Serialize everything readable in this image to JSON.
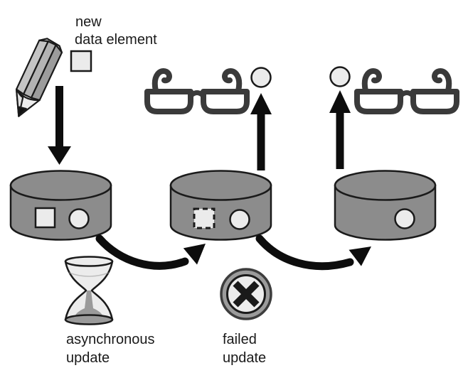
{
  "colors": {
    "background": "#ffffff",
    "outline": "#1a1a1a",
    "cylinder_fill": "#8c8c8c",
    "shape_fill": "#ebebeb",
    "glasses": "#3a3a3a",
    "arrow": "#0d0d0d",
    "sand": "#9a9a9a",
    "glass_fill": "#ececec",
    "x_ring_fill": "#9b9b9b",
    "x_inner_fill": "#ececec",
    "lens_fill": "#ffffff"
  },
  "labels": {
    "new_data": {
      "line1": "new",
      "line2": "data element"
    },
    "async_update": {
      "line1": "asynchronous",
      "line2": "update"
    },
    "failed_update": {
      "line1": "failed",
      "line2": "update"
    }
  },
  "icons": {
    "pencil": "pencil-icon",
    "glasses_left": "glasses-icon",
    "glasses_right": "glasses-icon",
    "hourglass": "hourglass-icon",
    "failed": "x-circle-icon"
  },
  "databases": [
    {
      "id": "db-primary",
      "contents": [
        "square",
        "circle"
      ]
    },
    {
      "id": "db-replica-1",
      "contents": [
        "dashed-square",
        "circle"
      ]
    },
    {
      "id": "db-replica-2",
      "contents": [
        "circle"
      ]
    }
  ]
}
